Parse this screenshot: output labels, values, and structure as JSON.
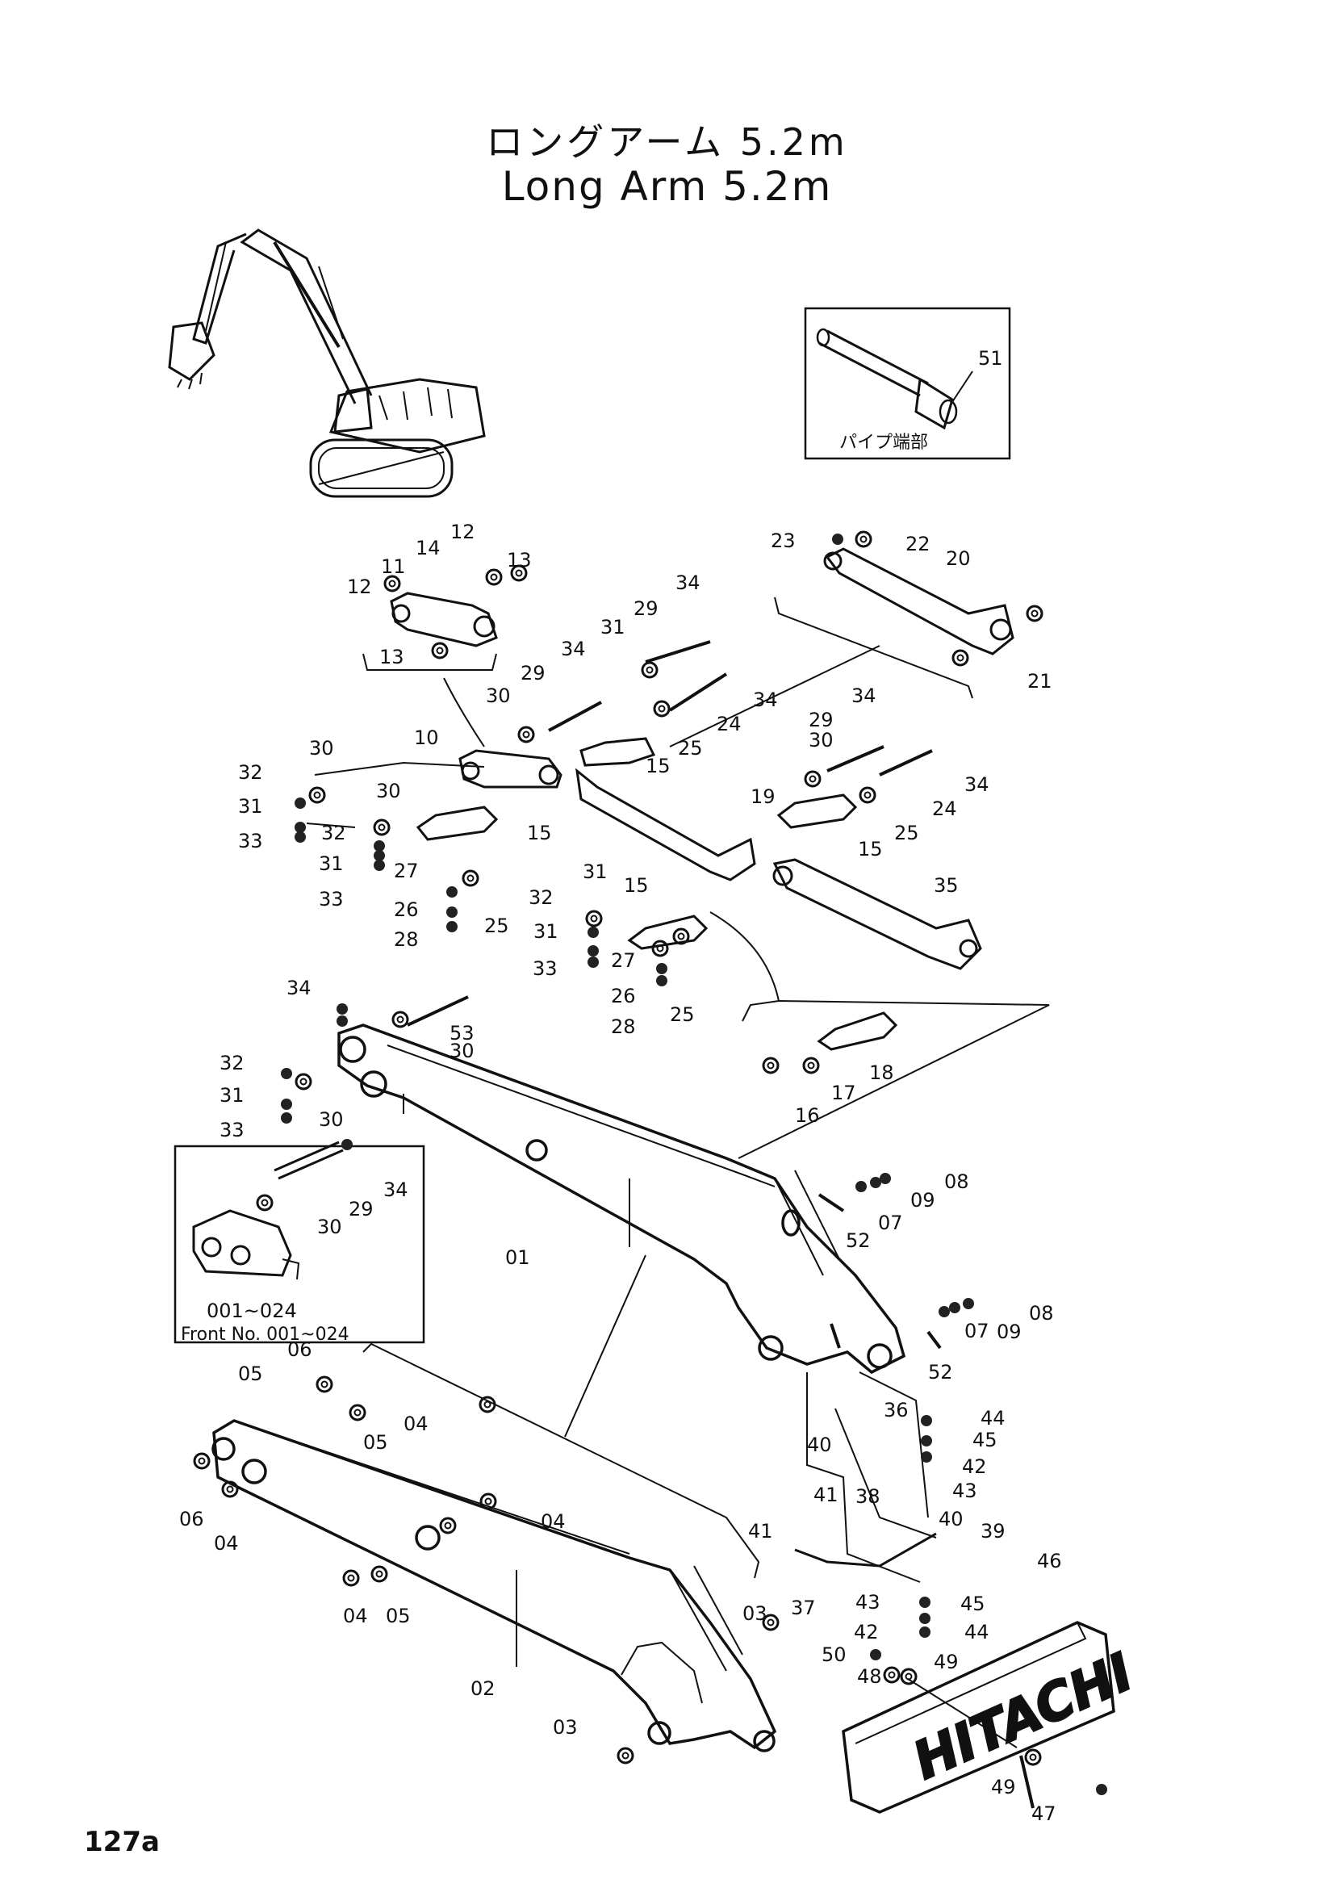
{
  "title": {
    "jp": "ロングアーム 5.2m",
    "en": "Long Arm 5.2m"
  },
  "page_number": "127a",
  "inset_pipe": {
    "caption": "パイプ端部",
    "part": "51"
  },
  "inset_front": {
    "range1": "001~024",
    "range2": "Front No. 001~024"
  },
  "logo_text": "HITACHI",
  "callouts": [
    "01",
    "02",
    "03",
    "04",
    "05",
    "06",
    "07",
    "08",
    "09",
    "10",
    "11",
    "12",
    "13",
    "14",
    "15",
    "16",
    "17",
    "18",
    "19",
    "20",
    "21",
    "22",
    "23",
    "24",
    "25",
    "26",
    "27",
    "28",
    "29",
    "30",
    "31",
    "32",
    "33",
    "34",
    "35",
    "36",
    "37",
    "38",
    "39",
    "40",
    "41",
    "42",
    "43",
    "44",
    "45",
    "46",
    "47",
    "48",
    "49",
    "50",
    "51",
    "52",
    "53"
  ]
}
